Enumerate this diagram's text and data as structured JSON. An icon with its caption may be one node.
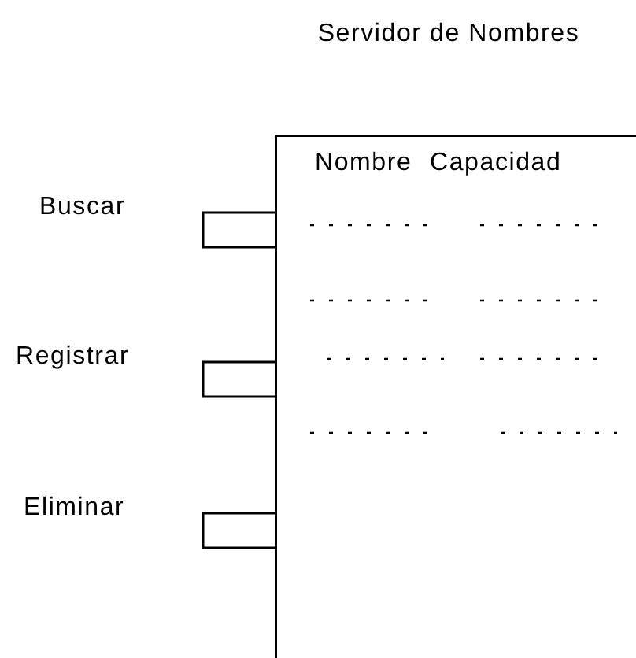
{
  "diagram": {
    "nodes": [
      {
        "text": [
          "Servidor de Nombres",
          "Nombre",
          "Capacidad"
        ]
      },
      {
        "text": [],
        "shape": "box",
        "beside": [
          "Buscar"
        ]
      },
      {
        "text": [],
        "shape": "box",
        "beside": [
          "Registrar"
        ]
      },
      {
        "text": [],
        "shape": "box",
        "beside": [
          "Eliminar"
        ]
      }
    ]
  }
}
